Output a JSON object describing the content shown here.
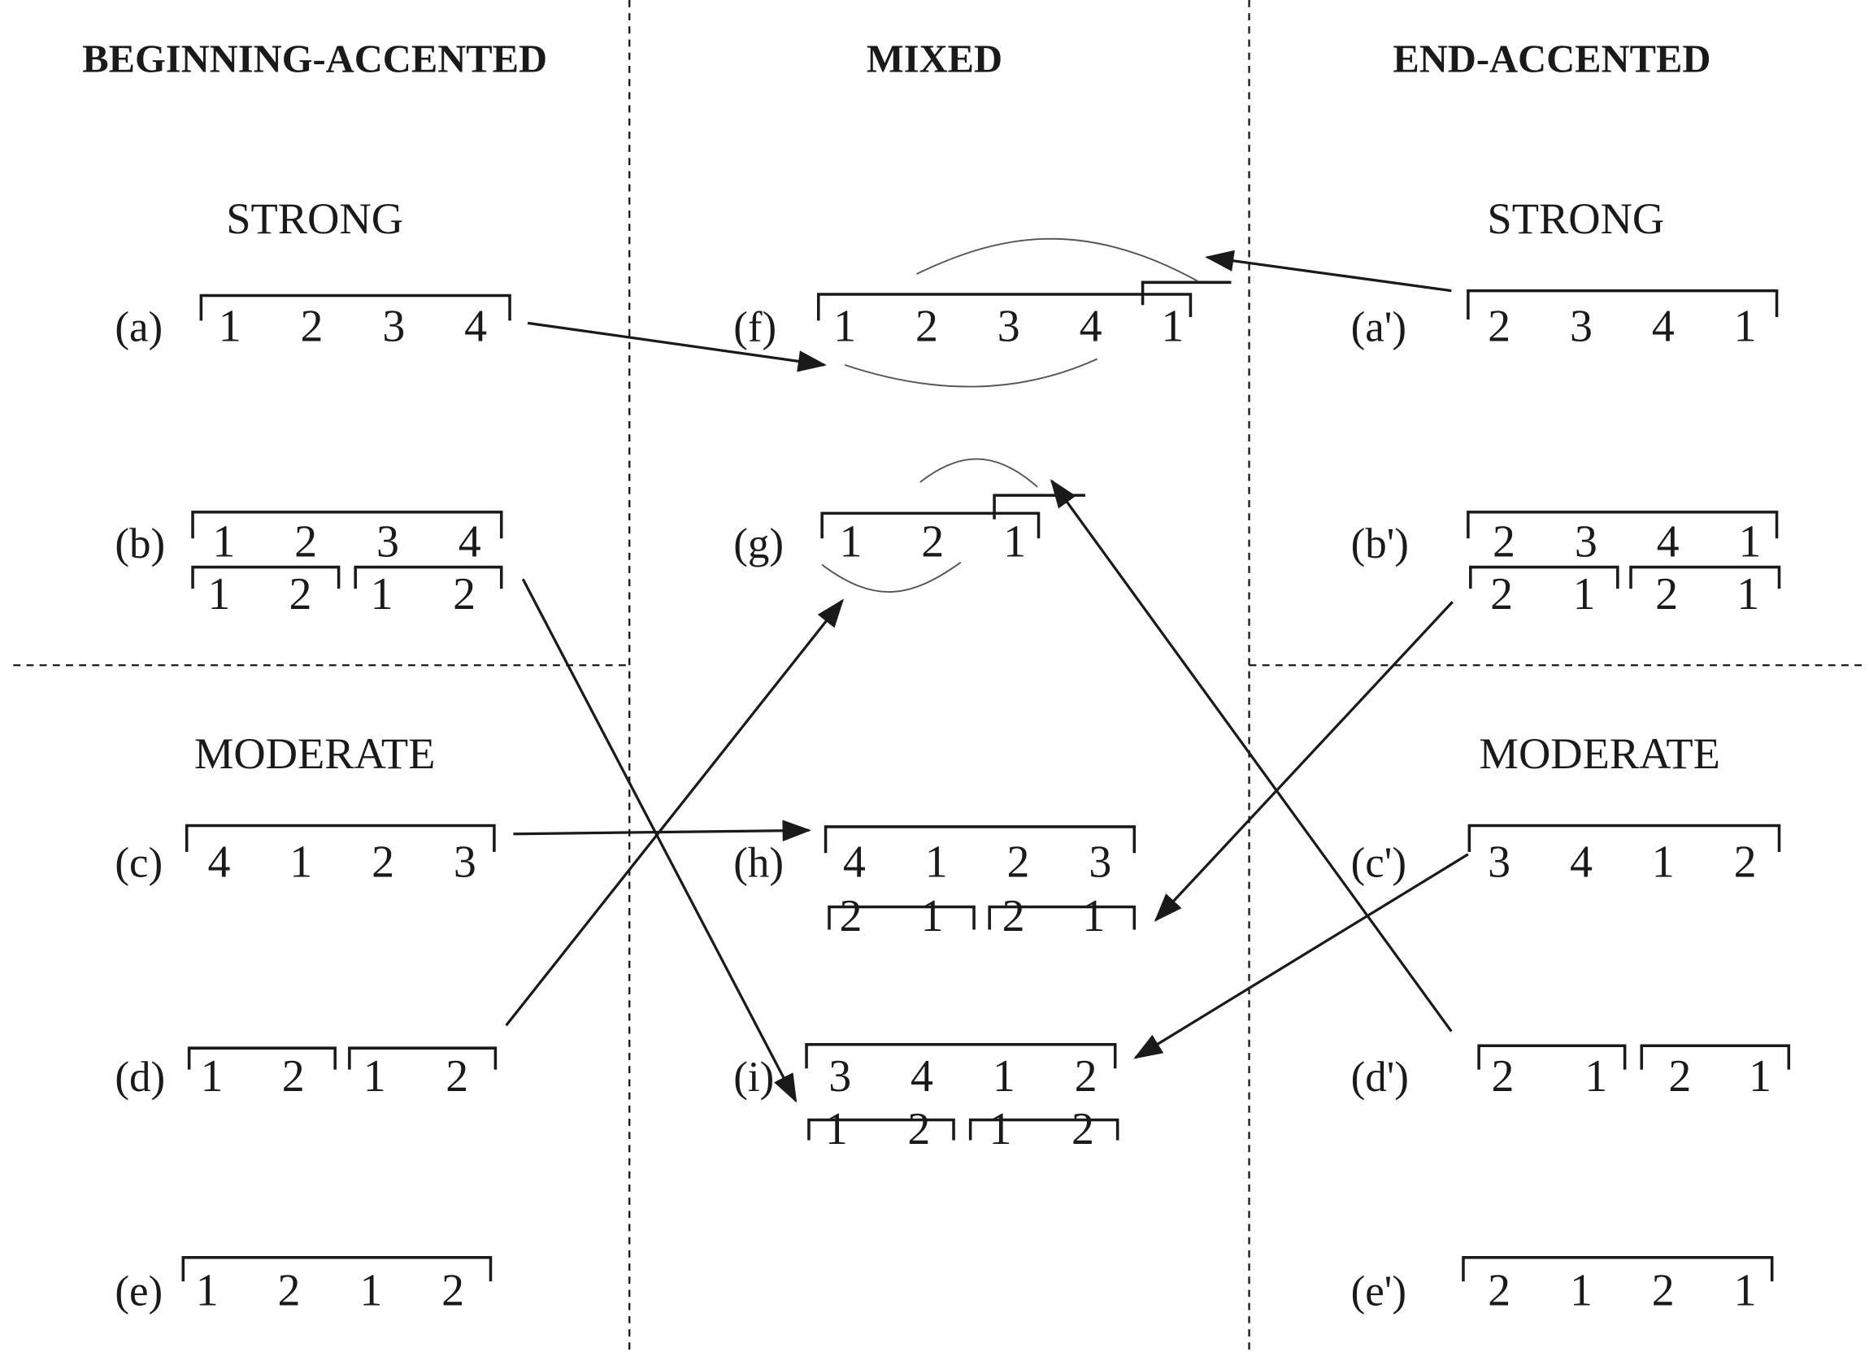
{
  "headers": {
    "left": "BEGINNING-ACCENTED",
    "middle": "MIXED",
    "right": "END-ACCENTED"
  },
  "categories": {
    "left_strong": "STRONG",
    "left_moderate": "MODERATE",
    "right_strong": "STRONG",
    "right_moderate": "MODERATE"
  },
  "items": {
    "a": {
      "label": "(a)",
      "top": [
        "1",
        "2",
        "3",
        "4"
      ],
      "bottom": []
    },
    "b": {
      "label": "(b)",
      "top": [
        "1",
        "2",
        "3",
        "4"
      ],
      "bottom": [
        "1",
        "2",
        "1",
        "2"
      ]
    },
    "c": {
      "label": "(c)",
      "top": [
        "4",
        "1",
        "2",
        "3"
      ],
      "bottom": []
    },
    "d": {
      "label": "(d)",
      "top": [],
      "bottom": [
        "1",
        "2",
        "1",
        "2"
      ]
    },
    "e": {
      "label": "(e)",
      "top": [
        "1",
        "2",
        "1",
        "2"
      ],
      "bottom": []
    },
    "f": {
      "label": "(f)",
      "top": [
        "1",
        "2",
        "3",
        "4",
        "1"
      ],
      "bottom": []
    },
    "g": {
      "label": "(g)",
      "top": [
        "1",
        "2",
        "1"
      ],
      "bottom": []
    },
    "h": {
      "label": "(h)",
      "top": [
        "4",
        "1",
        "2",
        "3"
      ],
      "bottom": [
        "2",
        "1",
        "2",
        "1"
      ]
    },
    "i": {
      "label": "(i)",
      "top": [
        "3",
        "4",
        "1",
        "2"
      ],
      "bottom": [
        "1",
        "2",
        "1",
        "2"
      ]
    },
    "a2": {
      "label": "(a')",
      "top": [
        "2",
        "3",
        "4",
        "1"
      ],
      "bottom": []
    },
    "b2": {
      "label": "(b')",
      "top": [
        "2",
        "3",
        "4",
        "1"
      ],
      "bottom": [
        "2",
        "1",
        "2",
        "1"
      ]
    },
    "c2": {
      "label": "(c')",
      "top": [
        "3",
        "4",
        "1",
        "2"
      ],
      "bottom": []
    },
    "d2": {
      "label": "(d')",
      "top": [],
      "bottom": [
        "2",
        "1",
        "2",
        "1"
      ]
    },
    "e2": {
      "label": "(e')",
      "top": [
        "2",
        "1",
        "2",
        "1"
      ],
      "bottom": []
    }
  },
  "arrows": [
    {
      "from": "a",
      "to": "f"
    },
    {
      "from": "a'",
      "to": "f"
    },
    {
      "from": "b",
      "to": "i"
    },
    {
      "from": "b'",
      "to": "h"
    },
    {
      "from": "c",
      "to": "h"
    },
    {
      "from": "c'",
      "to": "i"
    },
    {
      "from": "d",
      "to": "g"
    },
    {
      "from": "d'",
      "to": "g"
    }
  ]
}
